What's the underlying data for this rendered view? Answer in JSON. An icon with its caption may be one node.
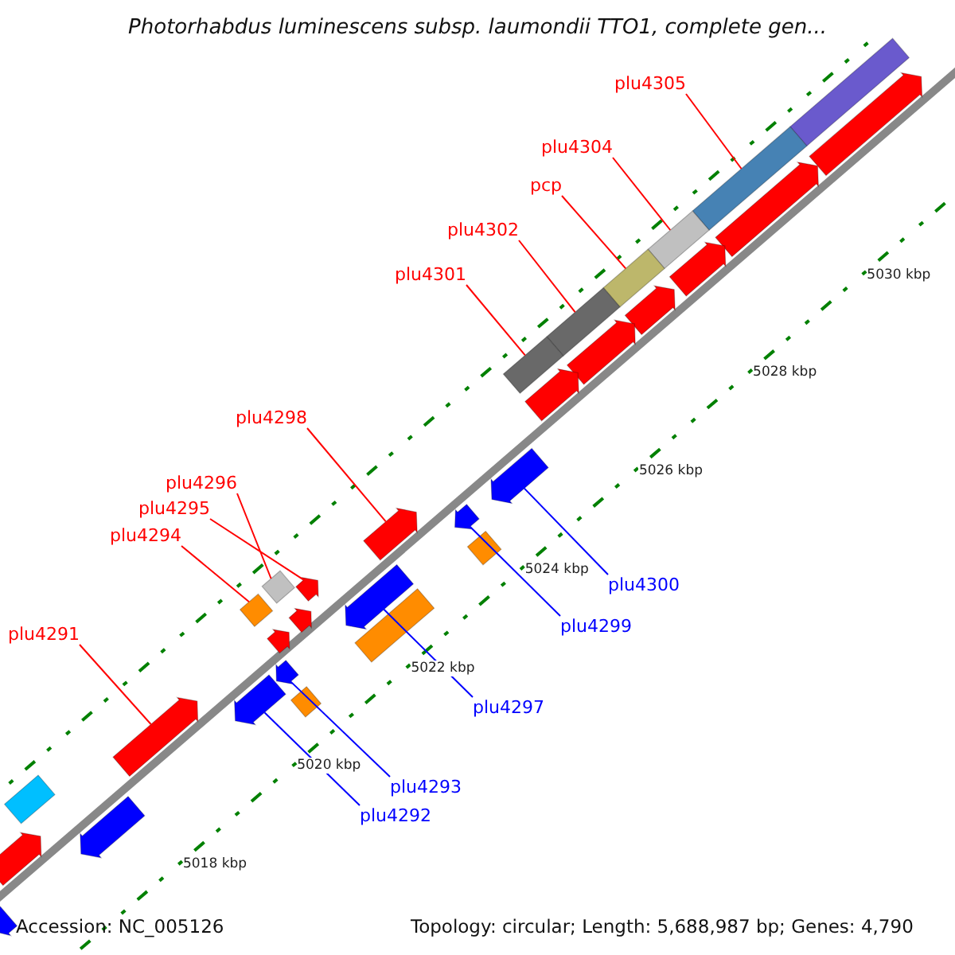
{
  "diagram": {
    "title": "Photorhabdus luminescens subsp. laumondii TTO1, complete gen...",
    "nodes": [
      {
        "text": [
          "plu4305"
        ]
      },
      {
        "text": [],
        "shape": "bar"
      },
      {
        "text": [
          "plu4304"
        ]
      },
      {
        "text": [],
        "shape": "bar"
      },
      {
        "text": [
          "pcp"
        ]
      },
      {
        "text": [],
        "shape": "bar"
      },
      {
        "text": [
          "plu4302"
        ]
      },
      {
        "text": [],
        "shape": "bar"
      },
      {
        "text": [
          "plu4301"
        ]
      },
      {
        "text": [],
        "shape": "bar"
      },
      {
        "text": [
          "plu4298"
        ]
      },
      {
        "text": [],
        "shape": "bar"
      },
      {
        "text": [
          "plu4296"
        ]
      },
      {
        "text": [],
        "shape": "bar"
      },
      {
        "text": [
          "plu4295"
        ]
      },
      {
        "text": [],
        "shape": "bar"
      },
      {
        "text": [
          "plu4294"
        ]
      },
      {
        "text": [],
        "shape": "bar"
      },
      {
        "text": [
          "plu4291"
        ]
      },
      {
        "text": [],
        "shape": "bar"
      },
      {
        "text": [
          "plu4300"
        ]
      },
      {
        "text": [],
        "shape": "bar"
      },
      {
        "text": [
          "plu4299"
        ]
      },
      {
        "text": [],
        "shape": "bar"
      },
      {
        "text": [
          "plu4297"
        ]
      },
      {
        "text": [],
        "shape": "bar"
      },
      {
        "text": [
          "plu4293"
        ]
      },
      {
        "text": [],
        "shape": "bar"
      },
      {
        "text": [
          "plu4292"
        ]
      },
      {
        "text": [],
        "shape": "bar"
      },
      {
        "text": [],
        "shape": "bar"
      },
      {
        "text": [],
        "shape": "bar"
      },
      {
        "text": [],
        "shape": "bar"
      },
      {
        "text": [],
        "shape": "bar"
      },
      {
        "text": [],
        "shape": "bar"
      },
      {
        "text": [],
        "shape": "bar"
      },
      {
        "text": [],
        "shape": "bar"
      },
      {
        "text": [],
        "shape": "bar"
      },
      {
        "text": [],
        "shape": "bar"
      },
      {
        "text": [],
        "shape": "bar"
      },
      {
        "text": [],
        "shape": "bar"
      },
      {
        "text": [],
        "shape": "bar"
      },
      {
        "text": [],
        "shape": "bar"
      },
      {
        "text": [],
        "shape": "bar"
      },
      {
        "text": [],
        "shape": "bar"
      },
      {
        "text": [],
        "shape": "bar"
      }
    ],
    "edges": [
      {
        "from": 0,
        "to": 1,
        "arrow": "none"
      },
      {
        "from": 2,
        "to": 3,
        "arrow": "none"
      },
      {
        "from": 4,
        "to": 5,
        "arrow": "none"
      },
      {
        "from": 6,
        "to": 7,
        "arrow": "none"
      },
      {
        "from": 8,
        "to": 9,
        "arrow": "none"
      },
      {
        "from": 10,
        "to": 11,
        "arrow": "none"
      },
      {
        "from": 12,
        "to": 13,
        "arrow": "none"
      },
      {
        "from": 14,
        "to": 15,
        "arrow": "none"
      },
      {
        "from": 16,
        "to": 17,
        "arrow": "none"
      },
      {
        "from": 18,
        "to": 19,
        "arrow": "none"
      },
      {
        "from": 20,
        "to": 21,
        "arrow": "none",
        "color": "#0000ff"
      },
      {
        "from": 22,
        "to": 23,
        "arrow": "none",
        "color": "#0000ff"
      },
      {
        "from": 24,
        "to": 25,
        "arrow": "none",
        "color": "#0000ff"
      },
      {
        "from": 26,
        "to": 27,
        "arrow": "none",
        "color": "#0000ff"
      },
      {
        "from": 28,
        "to": 29,
        "arrow": "none",
        "color": "#0000ff"
      }
    ],
    "labels": [
      "5030 kbp",
      "5028 kbp",
      "5026 kbp",
      "5024 kbp",
      "5022 kbp",
      "5020 kbp",
      "5018 kbp",
      "Accession: NC_005126",
      "Topology: circular; Length: 5,688,987 bp; Genes: 4,790"
    ]
  }
}
